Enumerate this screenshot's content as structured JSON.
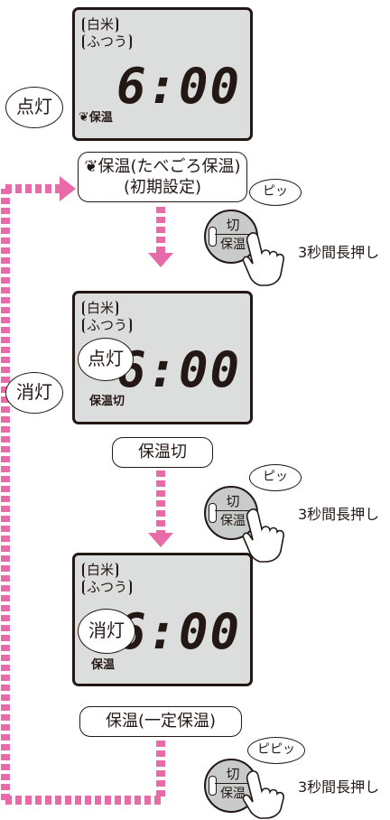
{
  "screens": [
    {
      "mode1": "白米",
      "mode2": "ふつう",
      "time": "6:00",
      "indicator": "保温",
      "callout": "点灯",
      "label_line1": "保温(たべごろ保温)",
      "label_line2": "(初期設定)"
    },
    {
      "mode1": "白米",
      "mode2": "ふつう",
      "time": "6:00",
      "indicator": "保温切",
      "callout_top": "点灯",
      "callout_left": "消灯",
      "label_line1": "保温切"
    },
    {
      "mode1": "白米",
      "mode2": "ふつう",
      "time": "6:00",
      "indicator": "保温",
      "callout_top": "消灯",
      "label_line1": "保温(一定保温)"
    }
  ],
  "steps": [
    {
      "button_top": "切",
      "button_bottom": "保温",
      "sound": "ピッ",
      "instruction": "3秒間長押し"
    },
    {
      "button_top": "切",
      "button_bottom": "保温",
      "sound": "ピッ",
      "instruction": "3秒間長押し"
    },
    {
      "button_top": "切",
      "button_bottom": "保温",
      "sound": "ピピッ",
      "instruction": "3秒間長押し"
    }
  ],
  "colors": {
    "arrow": "#e86aa8",
    "lcd": "#dcdddd",
    "ink": "#231815"
  },
  "icons": {
    "leaf": "leaf-icon",
    "hand": "pointing-hand-icon"
  }
}
